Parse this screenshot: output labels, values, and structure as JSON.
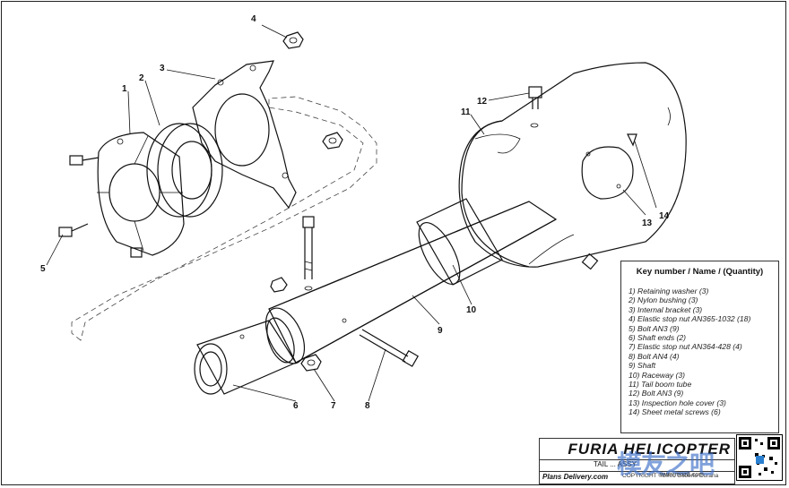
{
  "callouts": [
    "1",
    "2",
    "3",
    "4",
    "5",
    "6",
    "7",
    "8",
    "9",
    "10",
    "11",
    "12",
    "13",
    "14"
  ],
  "key": {
    "title": "Key number / Name / (Quantity)",
    "items": [
      "1) Retaining washer (3)",
      "2) Nylon bushing (3)",
      "3) Internal bracket (3)",
      "4) Elastic stop nut AN365-1032 (18)",
      "5) Bolt AN3 (9)",
      "6) Shaft ends (2)",
      "7) Elastic stop nut AN364-428 (4)",
      "8) Bolt AN4 (4)",
      "9) Shaft",
      "10) Raceway (3)",
      "11) Tail boom tube",
      "12) Bolt AN3 (9)",
      "13) Inspection hole cover (3)",
      "14) Sheet metal screws (6)"
    ]
  },
  "title_block": {
    "brand": "FURIA HELICOPTER",
    "part": "TAIL ... ASSY",
    "site": "Plans Delivery.com",
    "copyright": "COPYRIGHT ©2001 Gilberto Durana"
  },
  "watermark": {
    "text": "模友之吧",
    "url": "www.moz8.com"
  }
}
